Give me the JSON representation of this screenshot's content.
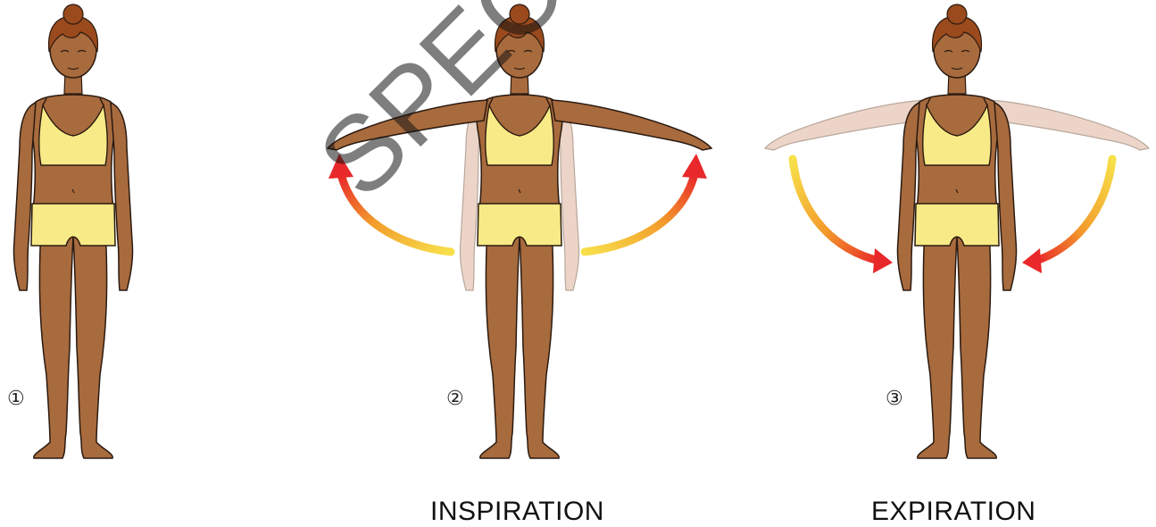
{
  "figures": [
    {
      "step": "①",
      "caption": ""
    },
    {
      "step": "②",
      "caption": "INSPIRATION"
    },
    {
      "step": "③",
      "caption": "EXPIRATION"
    }
  ],
  "watermark": "SPECIMEN",
  "colors": {
    "skin": "#a86b3e",
    "skin_ghost": "#ecd5c8",
    "hair": "#9a4a1c",
    "clothing": "#f8ea86",
    "arrow_start": "#f7e04a",
    "arrow_end": "#e8282a"
  }
}
